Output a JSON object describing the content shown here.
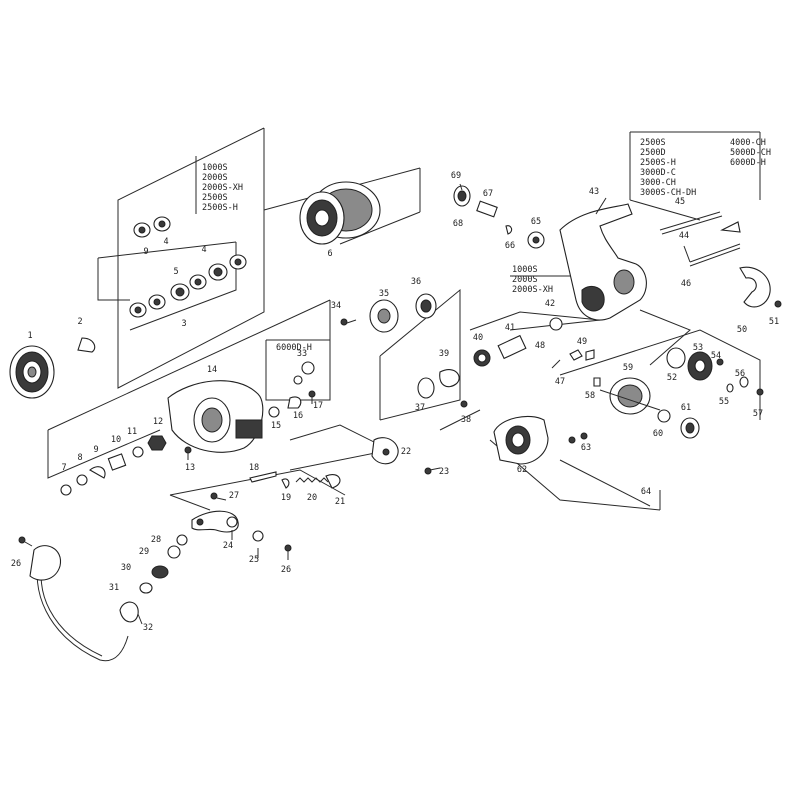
{
  "callouts": [
    {
      "id": "1",
      "label": "1"
    },
    {
      "id": "2",
      "label": "2"
    },
    {
      "id": "3",
      "label": "3"
    },
    {
      "id": "4",
      "label": "4"
    },
    {
      "id": "4b",
      "label": "4"
    },
    {
      "id": "5",
      "label": "5"
    },
    {
      "id": "6",
      "label": "6"
    },
    {
      "id": "7",
      "label": "7"
    },
    {
      "id": "8",
      "label": "8"
    },
    {
      "id": "9",
      "label": "9"
    },
    {
      "id": "9b",
      "label": "9"
    },
    {
      "id": "10",
      "label": "10"
    },
    {
      "id": "11",
      "label": "11"
    },
    {
      "id": "12",
      "label": "12"
    },
    {
      "id": "13",
      "label": "13"
    },
    {
      "id": "14",
      "label": "14"
    },
    {
      "id": "15",
      "label": "15"
    },
    {
      "id": "16",
      "label": "16"
    },
    {
      "id": "17",
      "label": "17"
    },
    {
      "id": "18",
      "label": "18"
    },
    {
      "id": "19",
      "label": "19"
    },
    {
      "id": "20",
      "label": "20"
    },
    {
      "id": "21",
      "label": "21"
    },
    {
      "id": "22",
      "label": "22"
    },
    {
      "id": "23",
      "label": "23"
    },
    {
      "id": "24",
      "label": "24"
    },
    {
      "id": "25",
      "label": "25"
    },
    {
      "id": "26",
      "label": "26"
    },
    {
      "id": "26b",
      "label": "26"
    },
    {
      "id": "27",
      "label": "27"
    },
    {
      "id": "28",
      "label": "28"
    },
    {
      "id": "29",
      "label": "29"
    },
    {
      "id": "30",
      "label": "30"
    },
    {
      "id": "31",
      "label": "31"
    },
    {
      "id": "32",
      "label": "32"
    },
    {
      "id": "33",
      "label": "33"
    },
    {
      "id": "34",
      "label": "34"
    },
    {
      "id": "35",
      "label": "35"
    },
    {
      "id": "36",
      "label": "36"
    },
    {
      "id": "37",
      "label": "37"
    },
    {
      "id": "38",
      "label": "38"
    },
    {
      "id": "39",
      "label": "39"
    },
    {
      "id": "40",
      "label": "40"
    },
    {
      "id": "41",
      "label": "41"
    },
    {
      "id": "42",
      "label": "42"
    },
    {
      "id": "43",
      "label": "43"
    },
    {
      "id": "44",
      "label": "44"
    },
    {
      "id": "45",
      "label": "45"
    },
    {
      "id": "46",
      "label": "46"
    },
    {
      "id": "47",
      "label": "47"
    },
    {
      "id": "48",
      "label": "48"
    },
    {
      "id": "49",
      "label": "49"
    },
    {
      "id": "50",
      "label": "50"
    },
    {
      "id": "51",
      "label": "51"
    },
    {
      "id": "52",
      "label": "52"
    },
    {
      "id": "53",
      "label": "53"
    },
    {
      "id": "54",
      "label": "54"
    },
    {
      "id": "55",
      "label": "55"
    },
    {
      "id": "56",
      "label": "56"
    },
    {
      "id": "57",
      "label": "57"
    },
    {
      "id": "58",
      "label": "58"
    },
    {
      "id": "59",
      "label": "59"
    },
    {
      "id": "60",
      "label": "60"
    },
    {
      "id": "61",
      "label": "61"
    },
    {
      "id": "62",
      "label": "62"
    },
    {
      "id": "63",
      "label": "63"
    },
    {
      "id": "64",
      "label": "64"
    },
    {
      "id": "65",
      "label": "65"
    },
    {
      "id": "66",
      "label": "66"
    },
    {
      "id": "67",
      "label": "67"
    },
    {
      "id": "68",
      "label": "68"
    },
    {
      "id": "69",
      "label": "69"
    }
  ],
  "model_notes": {
    "spool_models": [
      "1000S",
      "2000S",
      "2000S-XH",
      "2500S",
      "2500S-H"
    ],
    "handle_models": [
      "6000D-H"
    ],
    "rotor_models": [
      "1000S",
      "2000S",
      "2000S-XH"
    ],
    "bail_models_col1": [
      "2500S",
      "2500D",
      "2500S-H",
      "3000D-C",
      "3000-CH",
      "3000S-CH-DH"
    ],
    "bail_models_col2": [
      "4000-CH",
      "5000D-CH",
      "6000D-H"
    ]
  }
}
